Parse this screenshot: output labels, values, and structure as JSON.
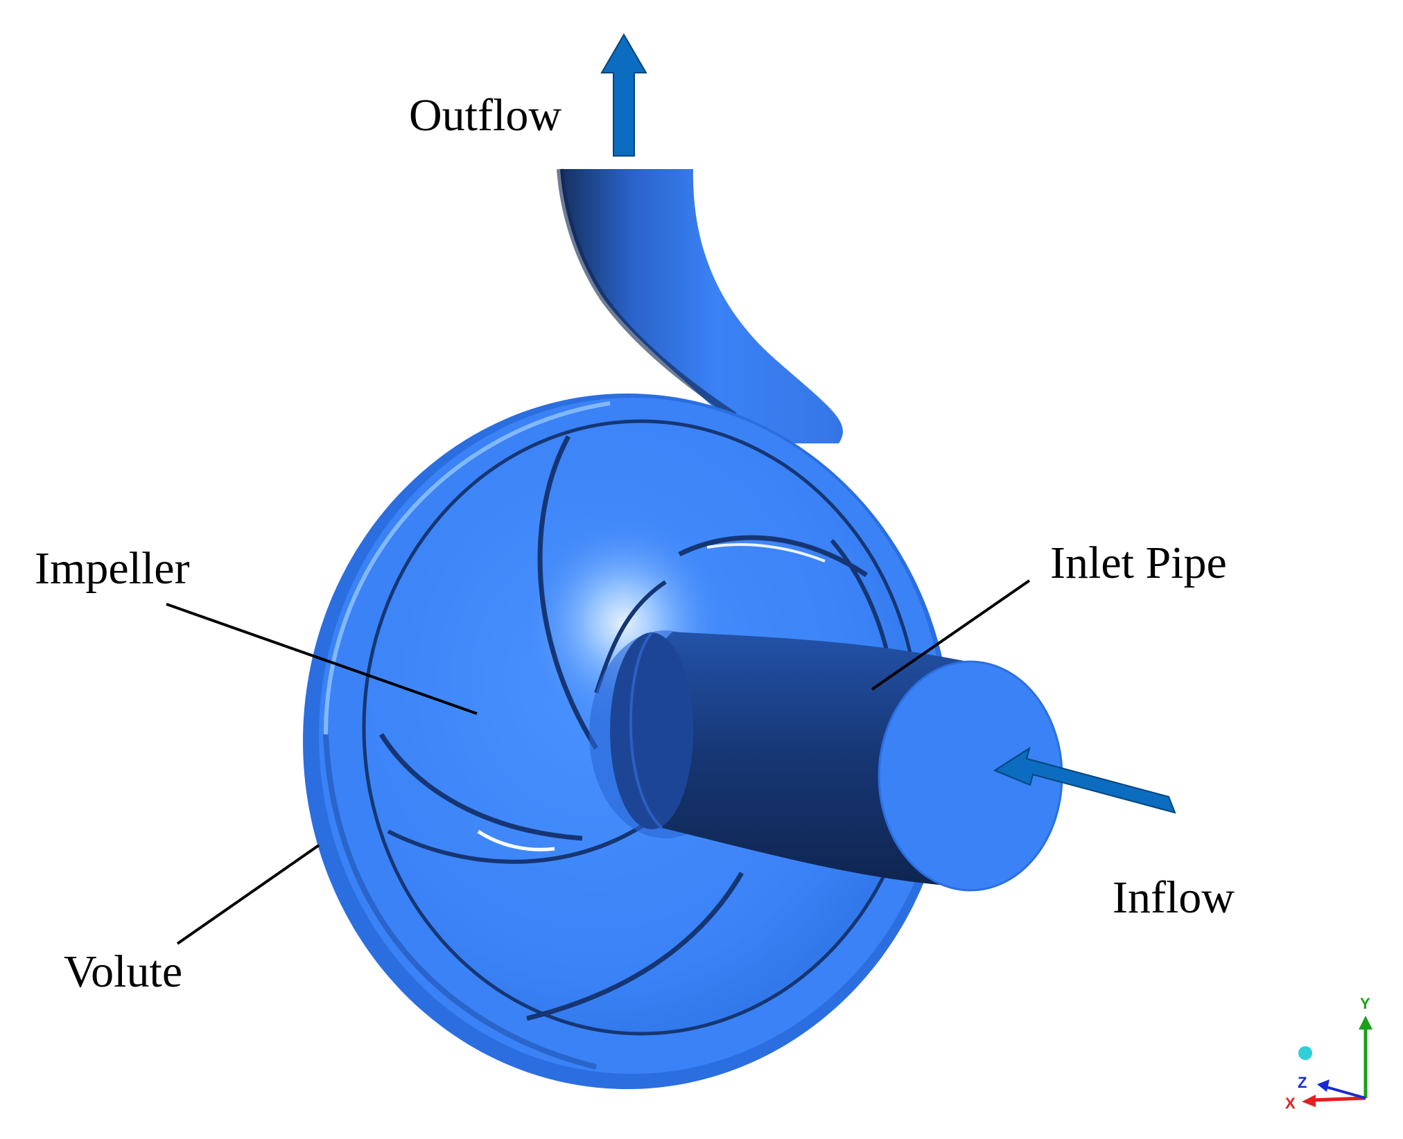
{
  "labels": {
    "outflow": "Outflow",
    "impeller": "Impeller",
    "inlet_pipe": "Inlet Pipe",
    "inflow": "Inflow",
    "volute": "Volute"
  },
  "axes_triad": {
    "x": "X",
    "y": "Y",
    "z": "Z"
  },
  "colors": {
    "pump_body": "#3a82f6",
    "pump_dark": "#12284f",
    "arrow": "#0b6cc0",
    "axis_x": "#e02020",
    "axis_y": "#1aa01a",
    "axis_z": "#1a2ad0",
    "axis_origin": "#2fd0d8"
  }
}
